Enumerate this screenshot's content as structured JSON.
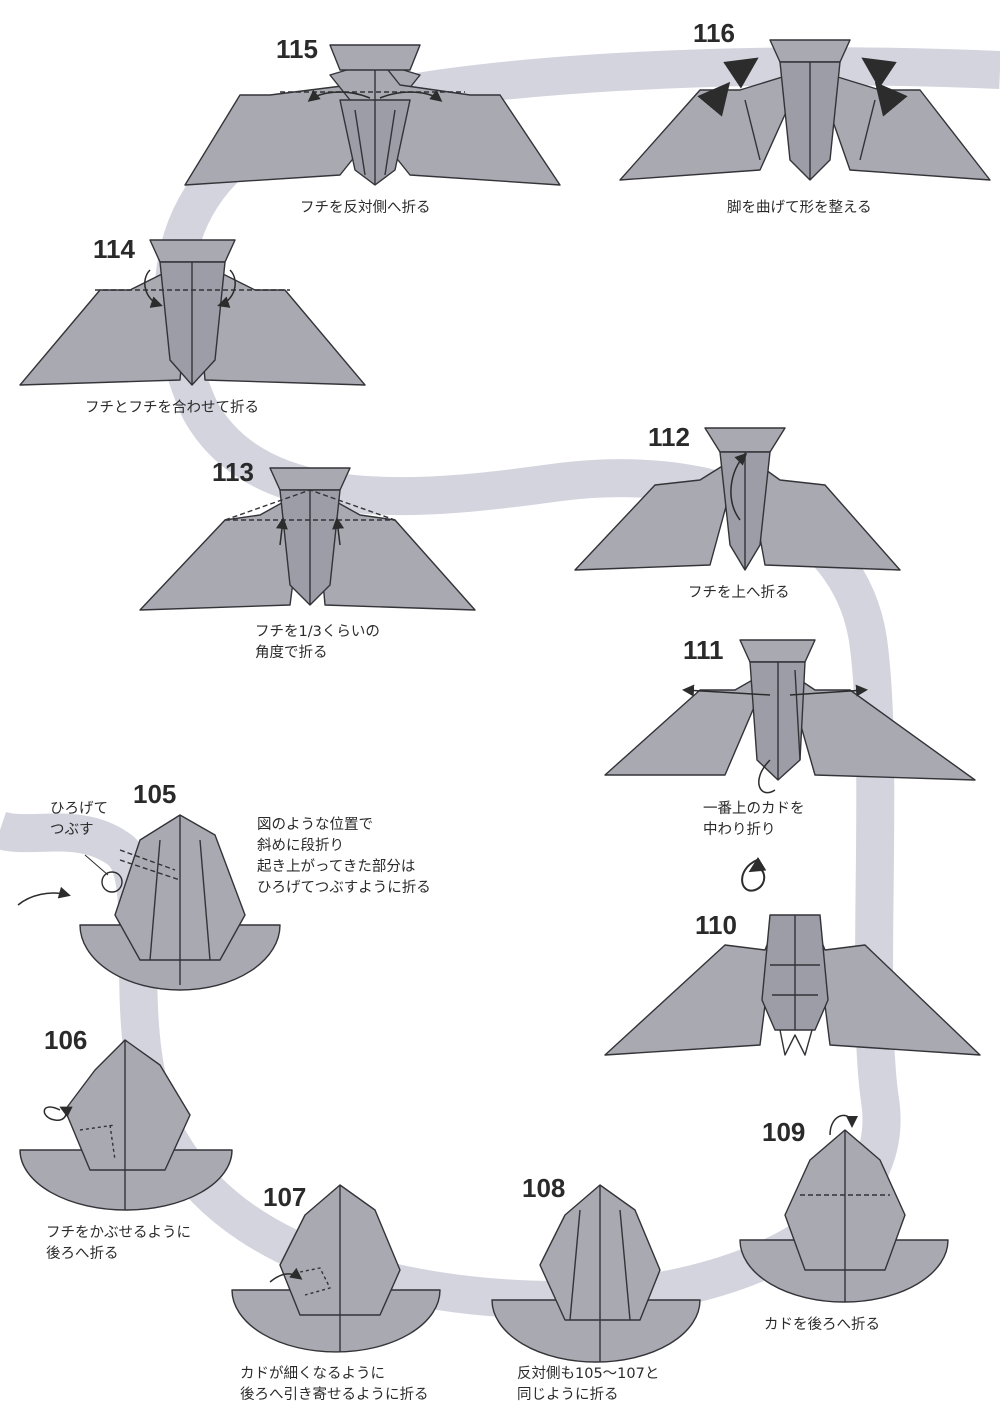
{
  "colors": {
    "paper": "#a9a9b2",
    "paper_dark": "#8c8c96",
    "edge": "#333338",
    "path": "#d3d4de",
    "arrow": "#2c2c2c"
  },
  "steps": [
    {
      "id": "115",
      "number": "115",
      "caption": [
        "フチを反対側へ折る"
      ]
    },
    {
      "id": "116",
      "number": "116",
      "caption": [
        "脚を曲げて形を整える"
      ]
    },
    {
      "id": "114",
      "number": "114",
      "caption": [
        "フチとフチを合わせて折る"
      ]
    },
    {
      "id": "113",
      "number": "113",
      "caption": [
        "フチを1/3くらいの",
        "角度で折る"
      ]
    },
    {
      "id": "112",
      "number": "112",
      "caption": [
        "フチを上へ折る"
      ]
    },
    {
      "id": "111",
      "number": "111",
      "caption": [
        "一番上のカドを",
        "中わり折り"
      ]
    },
    {
      "id": "105",
      "number": "105",
      "caption": [
        "図のような位置で",
        "斜めに段折り",
        "起き上がってきた部分は",
        "ひろげてつぶすように折る"
      ]
    },
    {
      "id": "110",
      "number": "110",
      "caption": []
    },
    {
      "id": "106",
      "number": "106",
      "caption": [
        "フチをかぶせるように",
        "後ろへ折る"
      ]
    },
    {
      "id": "109",
      "number": "109",
      "caption": [
        "カドを後ろへ折る"
      ]
    },
    {
      "id": "107",
      "number": "107",
      "caption": [
        "カドが細くなるように",
        "後ろへ引き寄せるように折る"
      ]
    },
    {
      "id": "108",
      "number": "108",
      "caption": [
        "反対側も105～107と",
        "同じように折る"
      ]
    }
  ],
  "annotations": {
    "spread_squash": [
      "ひろげて",
      "つぶす"
    ]
  },
  "icons": [
    "curved-arrow-icon",
    "turn-over-icon",
    "fold-back-icon",
    "mountain-fold-arrow-icon"
  ]
}
